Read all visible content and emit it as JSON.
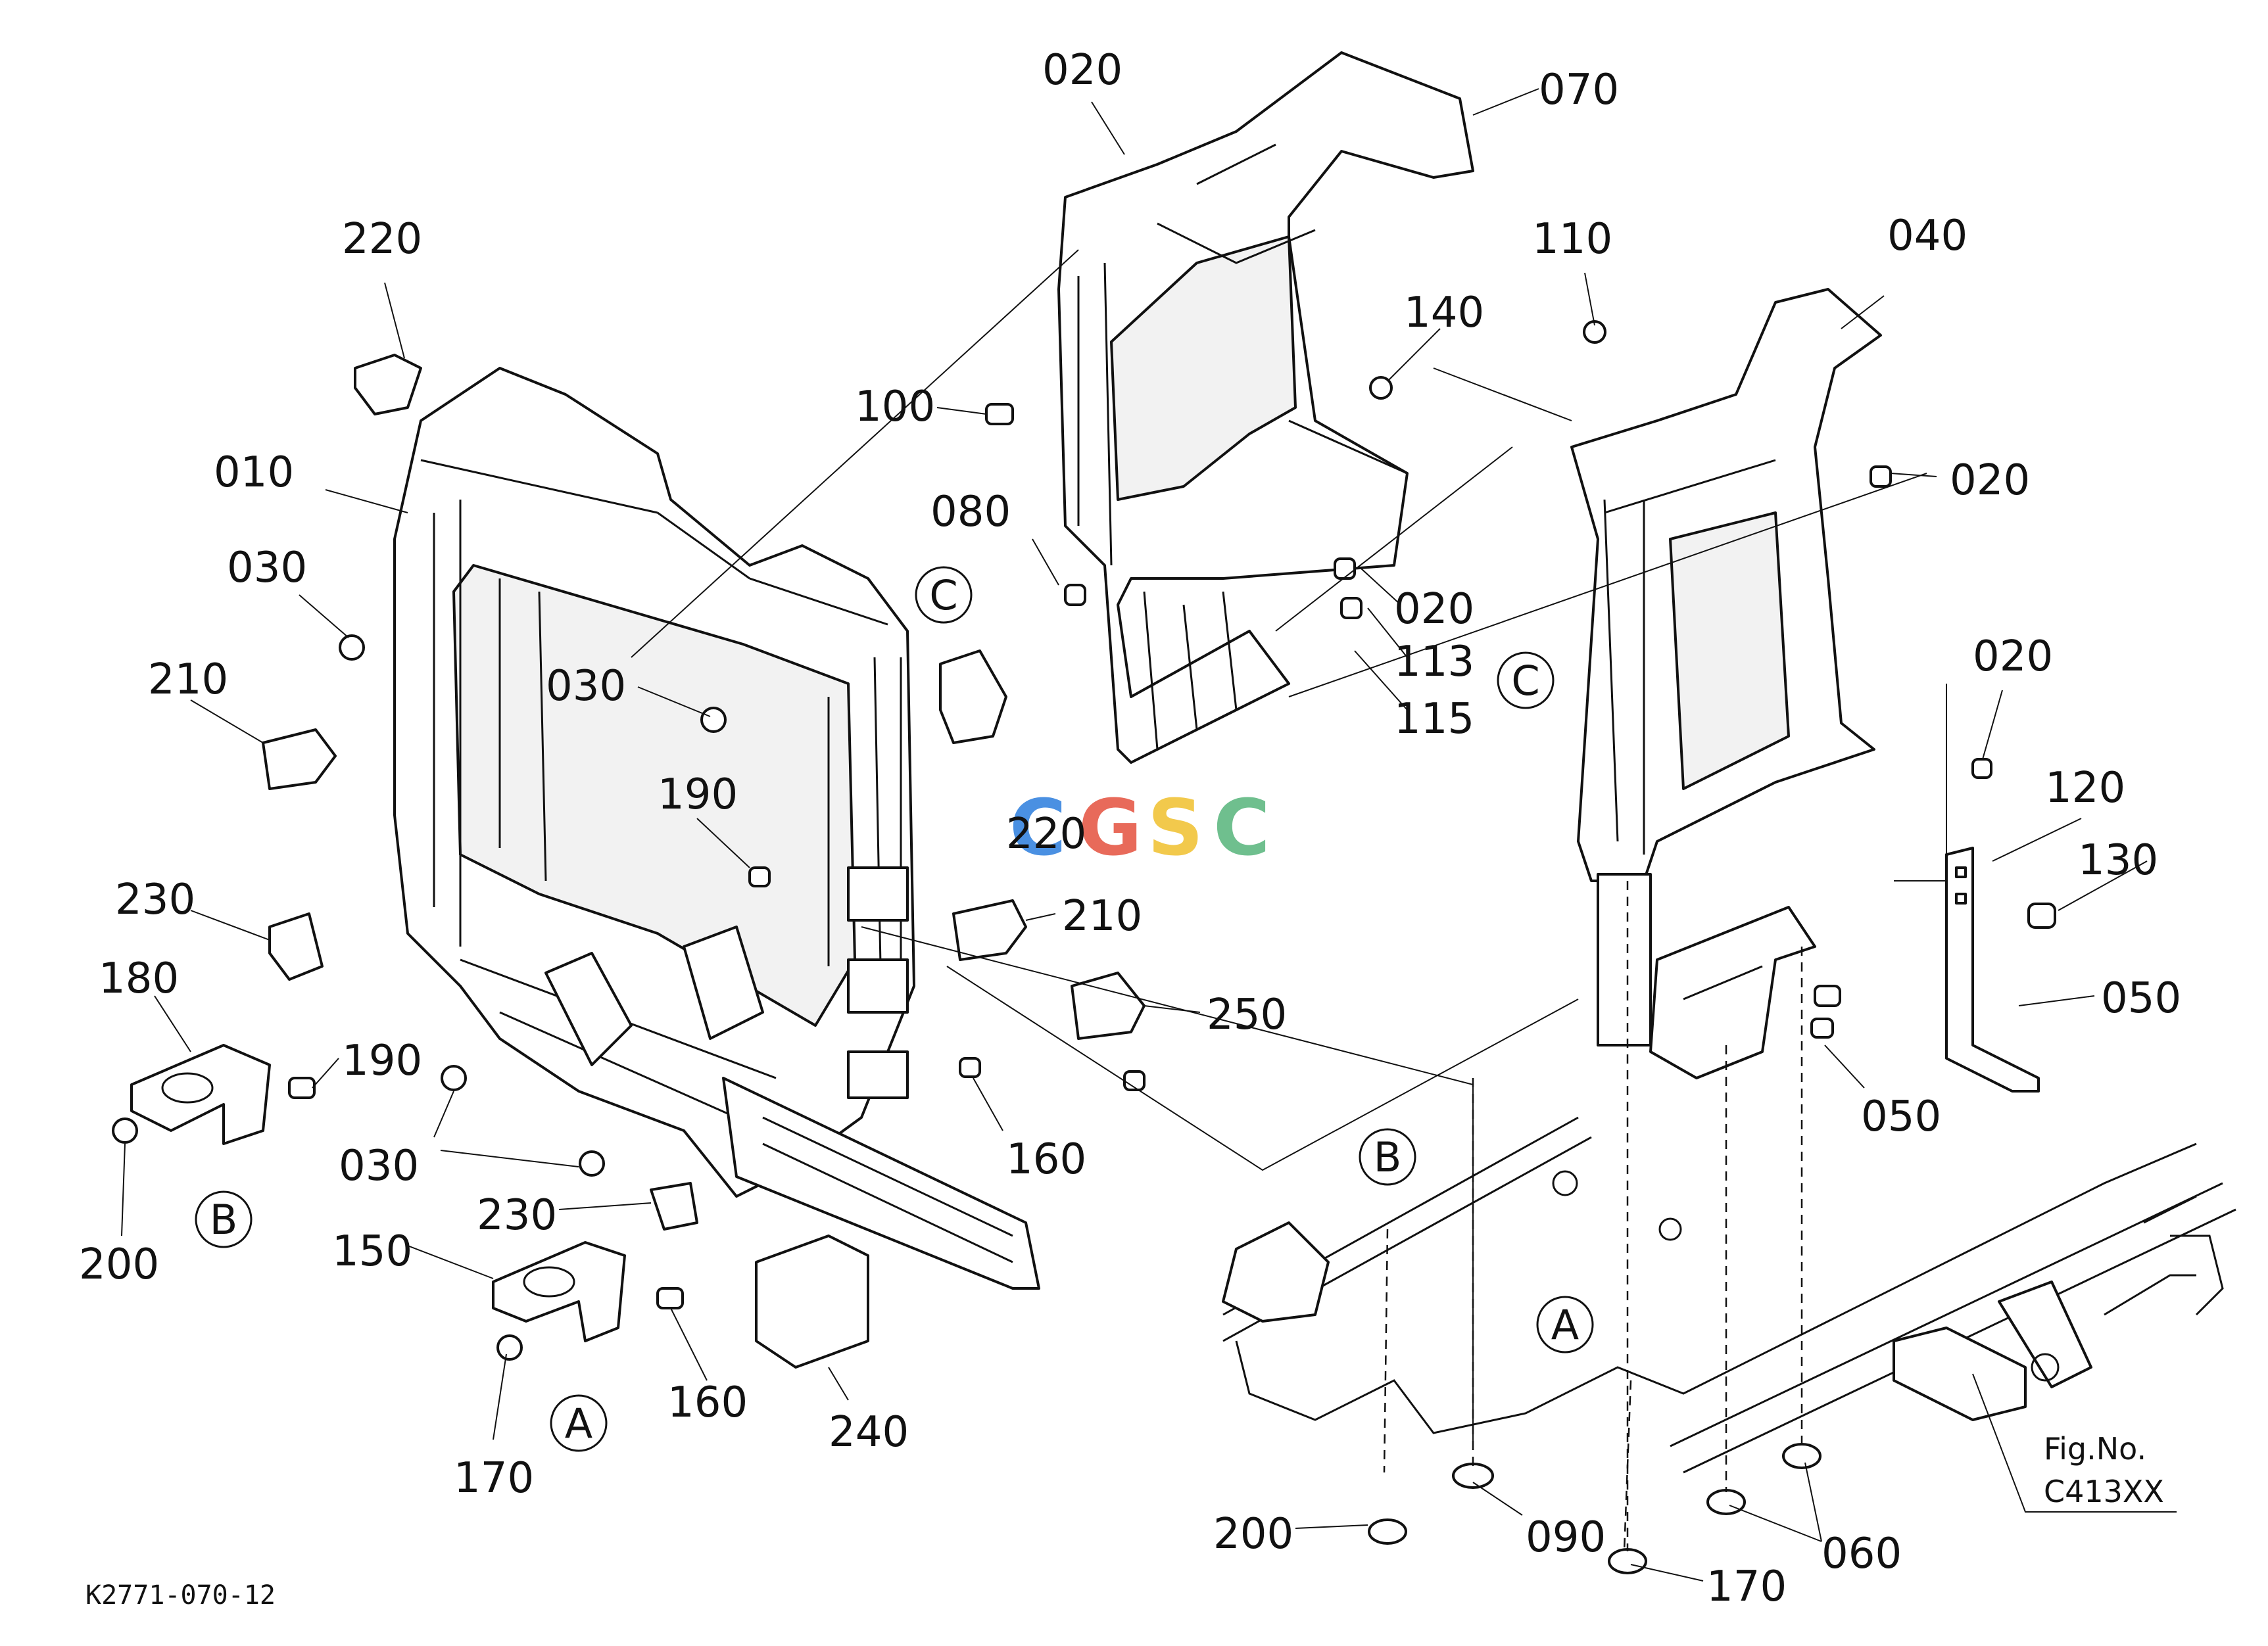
{
  "drawing_code": "K2771-070-12",
  "figure": {
    "line1": "Fig.No.",
    "line2": "C413XX"
  },
  "watermark": {
    "letters": [
      {
        "char": "C",
        "color": "#4A90E2"
      },
      {
        "char": "G",
        "color": "#E86A5A"
      },
      {
        "char": "S",
        "color": "#F2C94C"
      },
      {
        "char": "C",
        "color": "#6FBF8E"
      }
    ]
  },
  "callouts": [
    "A",
    "B",
    "C"
  ],
  "labels": [
    {
      "id": "l-020-top",
      "text": "020"
    },
    {
      "id": "l-070",
      "text": "070"
    },
    {
      "id": "l-220-top",
      "text": "220"
    },
    {
      "id": "l-110",
      "text": "110"
    },
    {
      "id": "l-040",
      "text": "040"
    },
    {
      "id": "l-140",
      "text": "140"
    },
    {
      "id": "l-100",
      "text": "100"
    },
    {
      "id": "l-010",
      "text": "010"
    },
    {
      "id": "l-020-right1",
      "text": "020"
    },
    {
      "id": "l-080",
      "text": "080"
    },
    {
      "id": "l-030-a",
      "text": "030"
    },
    {
      "id": "l-020-mid",
      "text": "020"
    },
    {
      "id": "l-113",
      "text": "113"
    },
    {
      "id": "l-210-a",
      "text": "210"
    },
    {
      "id": "l-030-b",
      "text": "030"
    },
    {
      "id": "l-115",
      "text": "115"
    },
    {
      "id": "l-020-right2",
      "text": "020"
    },
    {
      "id": "l-190-a",
      "text": "190"
    },
    {
      "id": "l-120",
      "text": "120"
    },
    {
      "id": "l-220-mid",
      "text": "220"
    },
    {
      "id": "l-130",
      "text": "130"
    },
    {
      "id": "l-230-a",
      "text": "230"
    },
    {
      "id": "l-210-b",
      "text": "210"
    },
    {
      "id": "l-050-a",
      "text": "050"
    },
    {
      "id": "l-180",
      "text": "180"
    },
    {
      "id": "l-250",
      "text": "250"
    },
    {
      "id": "l-190-b",
      "text": "190"
    },
    {
      "id": "l-050-b",
      "text": "050"
    },
    {
      "id": "l-030-c",
      "text": "030"
    },
    {
      "id": "l-160-a",
      "text": "160"
    },
    {
      "id": "l-200-a",
      "text": "200"
    },
    {
      "id": "l-230-b",
      "text": "230"
    },
    {
      "id": "l-150",
      "text": "150"
    },
    {
      "id": "l-160-b",
      "text": "160"
    },
    {
      "id": "l-240",
      "text": "240"
    },
    {
      "id": "l-170-a",
      "text": "170"
    },
    {
      "id": "l-200-b",
      "text": "200"
    },
    {
      "id": "l-090",
      "text": "090"
    },
    {
      "id": "l-060",
      "text": "060"
    },
    {
      "id": "l-170-b",
      "text": "170"
    }
  ]
}
